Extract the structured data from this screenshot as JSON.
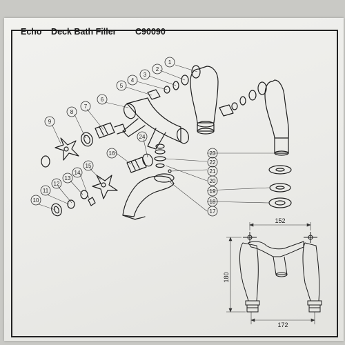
{
  "header": {
    "brand": "Echo",
    "product": "Deck Bath Filler",
    "code": "C90090"
  },
  "callouts": [
    "1",
    "2",
    "3",
    "4",
    "5",
    "6",
    "7",
    "8",
    "9",
    "10",
    "11",
    "12",
    "13",
    "14",
    "15",
    "16",
    "17",
    "18",
    "19",
    "20",
    "21",
    "22",
    "23",
    "24"
  ],
  "dimensions": {
    "width_top": "152",
    "height": "180",
    "width_bottom": "172"
  }
}
